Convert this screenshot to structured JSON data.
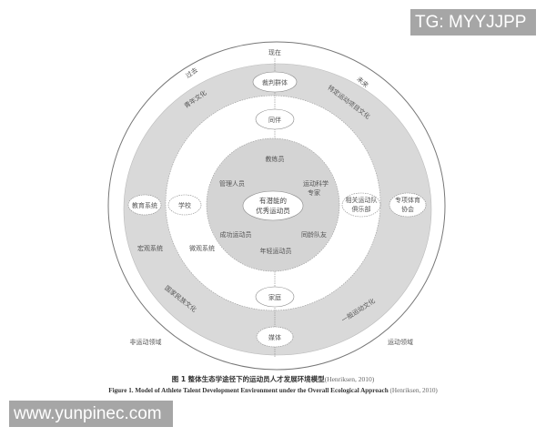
{
  "diagram": {
    "time_labels": {
      "past": "过去",
      "present": "现在",
      "future": "未来"
    },
    "domain_labels": {
      "non_athletic": "非运动领域",
      "athletic": "运动领域"
    },
    "culture_labels": {
      "youth": "青年文化",
      "specific_sport": "特定运动项目文化",
      "national": "国家民族文化",
      "general_sport": "一般运动文化"
    },
    "system_labels": {
      "macro": "宏观系统",
      "micro": "微观系统"
    },
    "macro_nodes": {
      "top": "裁判群体",
      "bottom": "媒体",
      "left": "教育系统",
      "right_line1": "专项体育",
      "right_line2": "协会"
    },
    "micro_nodes": {
      "top": "同伴",
      "bottom": "家庭",
      "left": "学校",
      "right_line1": "相关运动队",
      "right_line2": "俱乐部"
    },
    "inner_nodes": {
      "coach": "教练员",
      "management": "管理人员",
      "sport_science_line1": "运动科学",
      "sport_science_line2": "专家",
      "successful_athletes": "成功运动员",
      "teammates": "同龄队友",
      "young_athletes": "年轻运动员"
    },
    "center": {
      "line1": "有潜能的",
      "line2": "优秀运动员"
    },
    "colors": {
      "ring_gray": "#d9d9d9",
      "inner_gray": "#d4d4d4",
      "line": "#777777",
      "background": "#ffffff"
    }
  },
  "caption": {
    "cn": "图 1  整体生态学途径下的运动员人才发展环境模型",
    "cn_ref": "(Henriksen, 2010)",
    "en": "Figure 1.    Model of Athlete Talent Development Environment under the Overall Ecological Approach",
    "en_ref": " (Henriksen, 2010)"
  },
  "watermarks": {
    "top_right": "TG: MYYJJPP",
    "bottom_left": "www.yunpinec.com"
  }
}
